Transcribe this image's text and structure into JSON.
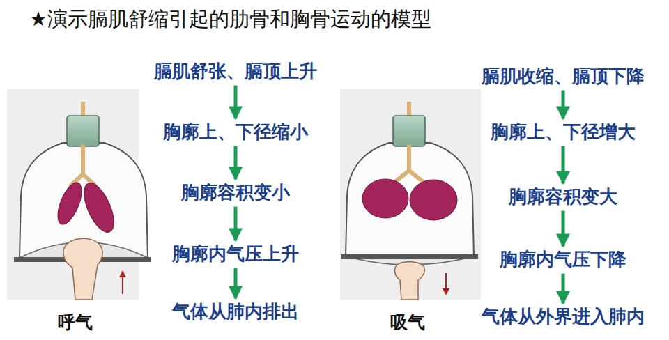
{
  "diagram": {
    "title": "★演示膈肌舒缩引起的肋骨和胸骨运动的模型",
    "nodes": [
      {
        "text": [
          "膈肌舒张、膈顶上升"
        ]
      },
      {
        "text": [
          "胸廓上、下径缩小"
        ]
      },
      {
        "text": [
          "胸廓容积变小"
        ]
      },
      {
        "text": [
          "胸廓内气压上升"
        ]
      },
      {
        "text": [
          "气体从肺内排出"
        ]
      },
      {
        "text": [
          "膈肌收缩、膈顶下降"
        ]
      },
      {
        "text": [
          "胸廓上、下径增大"
        ]
      },
      {
        "text": [
          "胸廓容积变大"
        ]
      },
      {
        "text": [
          "胸廓内气压下降"
        ]
      },
      {
        "text": [
          "气体从外界进入肺内"
        ]
      }
    ],
    "edges": [
      {
        "from": 0,
        "to": 1,
        "arrow": "to"
      },
      {
        "from": 1,
        "to": 2,
        "arrow": "to"
      },
      {
        "from": 2,
        "to": 3,
        "arrow": "to"
      },
      {
        "from": 3,
        "to": 4,
        "arrow": "to"
      },
      {
        "from": 5,
        "to": 6,
        "arrow": "to"
      },
      {
        "from": 6,
        "to": 7,
        "arrow": "to"
      },
      {
        "from": 7,
        "to": 8,
        "arrow": "to"
      },
      {
        "from": 8,
        "to": 9,
        "arrow": "to"
      }
    ],
    "labels": [
      "呼气",
      "吸气"
    ]
  }
}
